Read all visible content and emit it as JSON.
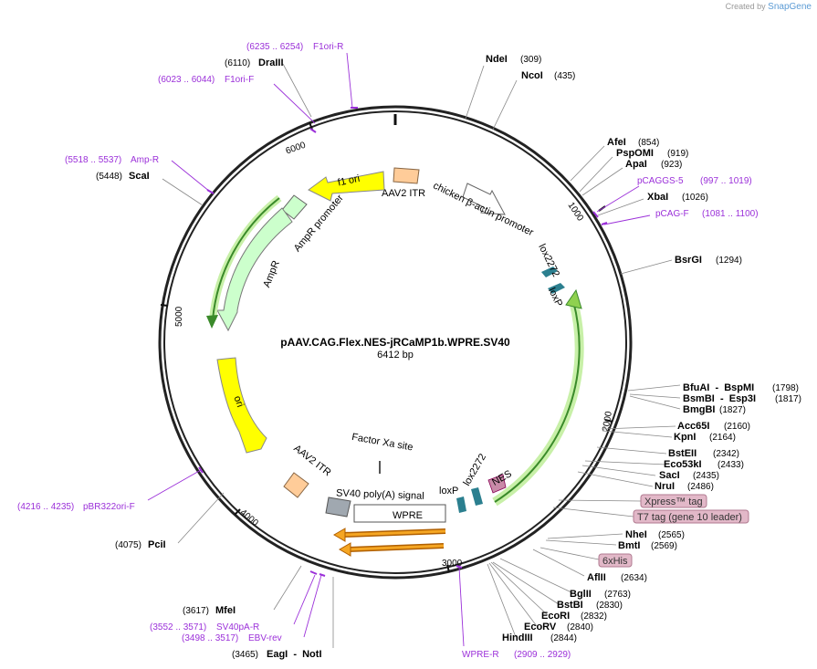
{
  "branding": {
    "created_by": "Created by",
    "product": "SnapGene"
  },
  "plasmid": {
    "name": "pAAV.CAG.Flex.NES-jRCaMP1b.WPRE.SV40",
    "length_label": "6412 bp"
  },
  "ticks": [
    "1000",
    "2000",
    "3000",
    "4000",
    "5000",
    "6000"
  ],
  "enzymes": [
    {
      "name": "NdeI",
      "pos": "(309)"
    },
    {
      "name": "NcoI",
      "pos": "(435)"
    },
    {
      "name": "AfeI",
      "pos": "(854)"
    },
    {
      "name": "PspOMI",
      "pos": "(919)"
    },
    {
      "name": "ApaI",
      "pos": "(923)"
    },
    {
      "name": "XbaI",
      "pos": "(1026)"
    },
    {
      "name": "BsrGI",
      "pos": "(1294)"
    },
    {
      "name": "BfuAI  -  BspMI",
      "pos": "(1798)"
    },
    {
      "name": "BsmBI  -  Esp3I",
      "pos": "(1817)"
    },
    {
      "name": "BmgBI",
      "pos": "(1827)"
    },
    {
      "name": "Acc65I",
      "pos": "(2160)"
    },
    {
      "name": "KpnI",
      "pos": "(2164)"
    },
    {
      "name": "BstEII",
      "pos": "(2342)"
    },
    {
      "name": "Eco53kI",
      "pos": "(2433)"
    },
    {
      "name": "SacI",
      "pos": "(2435)"
    },
    {
      "name": "NruI",
      "pos": "(2486)"
    },
    {
      "name": "NheI",
      "pos": "(2565)"
    },
    {
      "name": "BmtI",
      "pos": "(2569)"
    },
    {
      "name": "AflII",
      "pos": "(2634)"
    },
    {
      "name": "BglII",
      "pos": "(2763)"
    },
    {
      "name": "BstBI",
      "pos": "(2830)"
    },
    {
      "name": "EcoRI",
      "pos": "(2832)"
    },
    {
      "name": "EcoRV",
      "pos": "(2840)"
    },
    {
      "name": "HindIII",
      "pos": "(2844)"
    },
    {
      "name": "EagI  -  NotI",
      "pos": "(3465)"
    },
    {
      "name": "MfeI",
      "pos": "(3617)"
    },
    {
      "name": "PciI",
      "pos": "(4075)"
    },
    {
      "name": "ScaI",
      "pos": "(5448)"
    },
    {
      "name": "DraIII",
      "pos": "(6110)"
    }
  ],
  "primers": [
    {
      "name": "F1ori-R",
      "range": "(6235 .. 6254)"
    },
    {
      "name": "F1ori-F",
      "range": "(6023 .. 6044)"
    },
    {
      "name": "Amp-R",
      "range": "(5518 .. 5537)"
    },
    {
      "name": "pCAGGS-5",
      "range": "(997 .. 1019)"
    },
    {
      "name": "pCAG-F",
      "range": "(1081 .. 1100)"
    },
    {
      "name": "pBR322ori-F",
      "range": "(4216 .. 4235)"
    },
    {
      "name": "SV40pA-R",
      "range": "(3552 .. 3571)"
    },
    {
      "name": "EBV-rev",
      "range": "(3498 .. 3517)"
    },
    {
      "name": "WPRE-R",
      "range": "(2909 .. 2929)"
    }
  ],
  "tags": [
    "Xpress™ tag",
    "T7 tag (gene 10 leader)",
    "6xHis"
  ],
  "features": {
    "f1_ori": "f1 ori",
    "aav2_itr_top": "AAV2 ITR",
    "chicken_promoter": "chicken β-actin promoter",
    "lox2272_top": "lox2272",
    "loxp_top": "loxP",
    "ampr_promoter": "AmpR promoter",
    "ampr": "AmpR",
    "ori": "ori",
    "factor_xa": "Factor Xa site",
    "aav2_itr_bottom": "AAV2 ITR",
    "sv40_polya": "SV40 poly(A) signal",
    "wpre": "WPRE",
    "loxp_bottom": "loxP",
    "lox2272_bottom": "lox2272",
    "nes": "NES"
  },
  "colors": {
    "backbone": "#222222",
    "primer": "#9b30d9",
    "origin": "#ffff00",
    "ampr": "#ccffcc",
    "cds_green": "#8fd14f",
    "itr": "#ffcc99",
    "lox": "#2b7f8f",
    "polya": "#a0a8b0",
    "wpre_arrow": "#f5a623",
    "tag": "#e2b8c8"
  }
}
